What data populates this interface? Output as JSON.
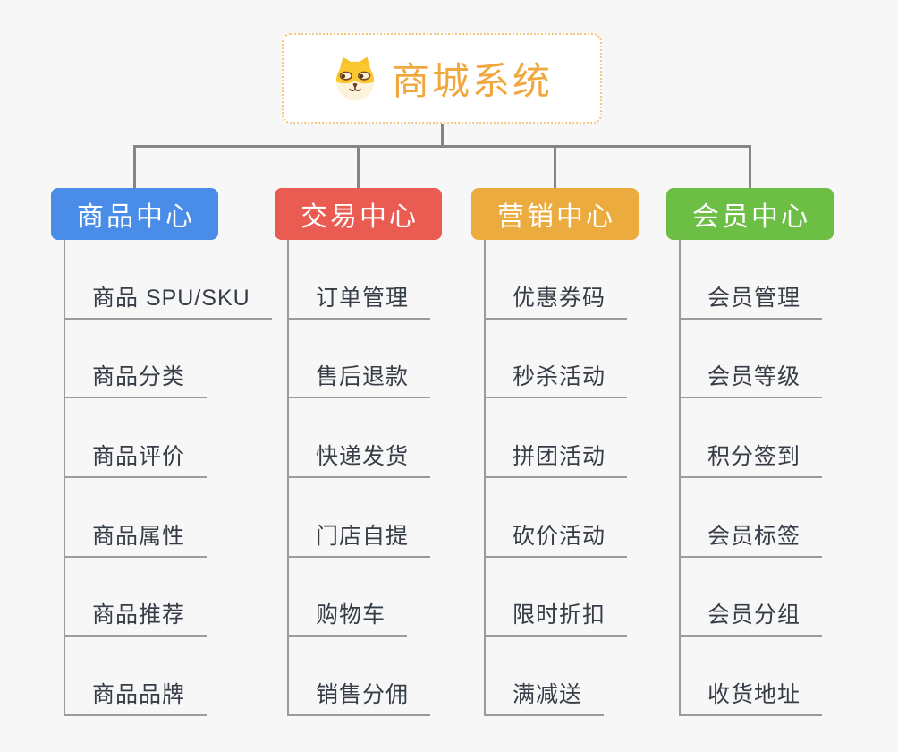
{
  "root": {
    "title": "商城系统",
    "icon": "shiba-dog-icon"
  },
  "branches": [
    {
      "label": "商品中心",
      "color": "#4a8de9",
      "children": [
        "商品 SPU/SKU",
        "商品分类",
        "商品评价",
        "商品属性",
        "商品推荐",
        "商品品牌"
      ]
    },
    {
      "label": "交易中心",
      "color": "#ea5b52",
      "children": [
        "订单管理",
        "售后退款",
        "快递发货",
        "门店自提",
        "购物车",
        "销售分佣"
      ]
    },
    {
      "label": "营销中心",
      "color": "#ecab3e",
      "children": [
        "优惠券码",
        "秒杀活动",
        "拼团活动",
        "砍价活动",
        "限时折扣",
        "满减送"
      ]
    },
    {
      "label": "会员中心",
      "color": "#6cbf44",
      "children": [
        "会员管理",
        "会员等级",
        "积分签到",
        "会员标签",
        "会员分组",
        "收货地址"
      ]
    }
  ],
  "colors": {
    "background": "#f7f7f7",
    "root_border": "#f3c87e",
    "root_text": "#f0a73e",
    "connector": "#858585",
    "subtopic_line": "#9b9b9b",
    "subtopic_text": "#363d47"
  }
}
